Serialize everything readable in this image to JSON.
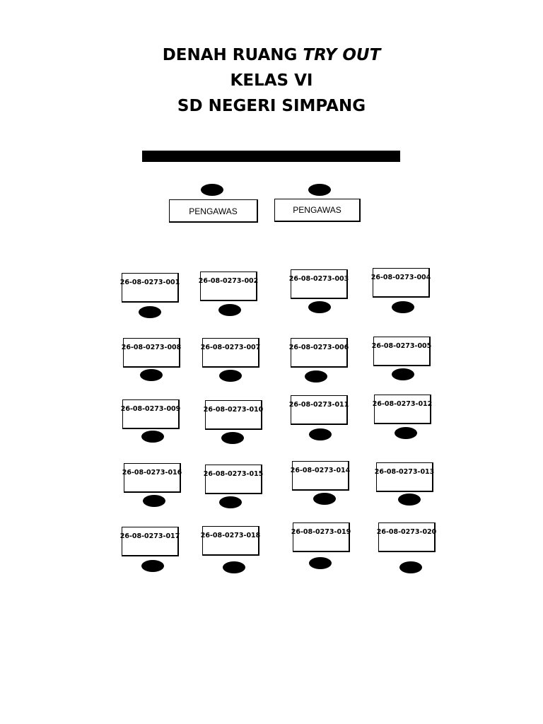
{
  "title": {
    "line1_prefix": "DENAH RUANG ",
    "line1_italic": "TRY OUT",
    "line2": "KELAS VI",
    "line3": "SD NEGERI SIMPANG"
  },
  "supervisors": [
    {
      "label": "PENGAWAS"
    },
    {
      "label": "PENGAWAS"
    }
  ],
  "desks": [
    {
      "prefix": "26-08-0273-",
      "number": "001"
    },
    {
      "prefix": "26-08-0273-",
      "number": "002"
    },
    {
      "prefix": "26-08-0273-",
      "number": "003"
    },
    {
      "prefix": "26-08-0273-",
      "number": "004"
    },
    {
      "prefix": "26-08-0273-",
      "number": "008"
    },
    {
      "prefix": "26-08-0273-",
      "number": "007"
    },
    {
      "prefix": "26-08-0273-",
      "number": "006"
    },
    {
      "prefix": "26-08-0273-",
      "number": "005"
    },
    {
      "prefix": "26-08-0273-",
      "number": "009"
    },
    {
      "prefix": "26-08-0273-",
      "number": "010"
    },
    {
      "prefix": "26-08-0273-",
      "number": "011"
    },
    {
      "prefix": "26-08-0273-",
      "number": "012"
    },
    {
      "prefix": "26-08-0273-",
      "number": "016"
    },
    {
      "prefix": "26-08-0273-",
      "number": "015"
    },
    {
      "prefix": "26-08-0273-",
      "number": "014"
    },
    {
      "prefix": "26-08-0273-",
      "number": "013"
    },
    {
      "prefix": "26-08-0273-",
      "number": "017"
    },
    {
      "prefix": "26-08-0273-",
      "number": "018"
    },
    {
      "prefix": "26-08-0273-",
      "number": "019"
    },
    {
      "prefix": "26-08-0273-",
      "number": "020"
    }
  ]
}
